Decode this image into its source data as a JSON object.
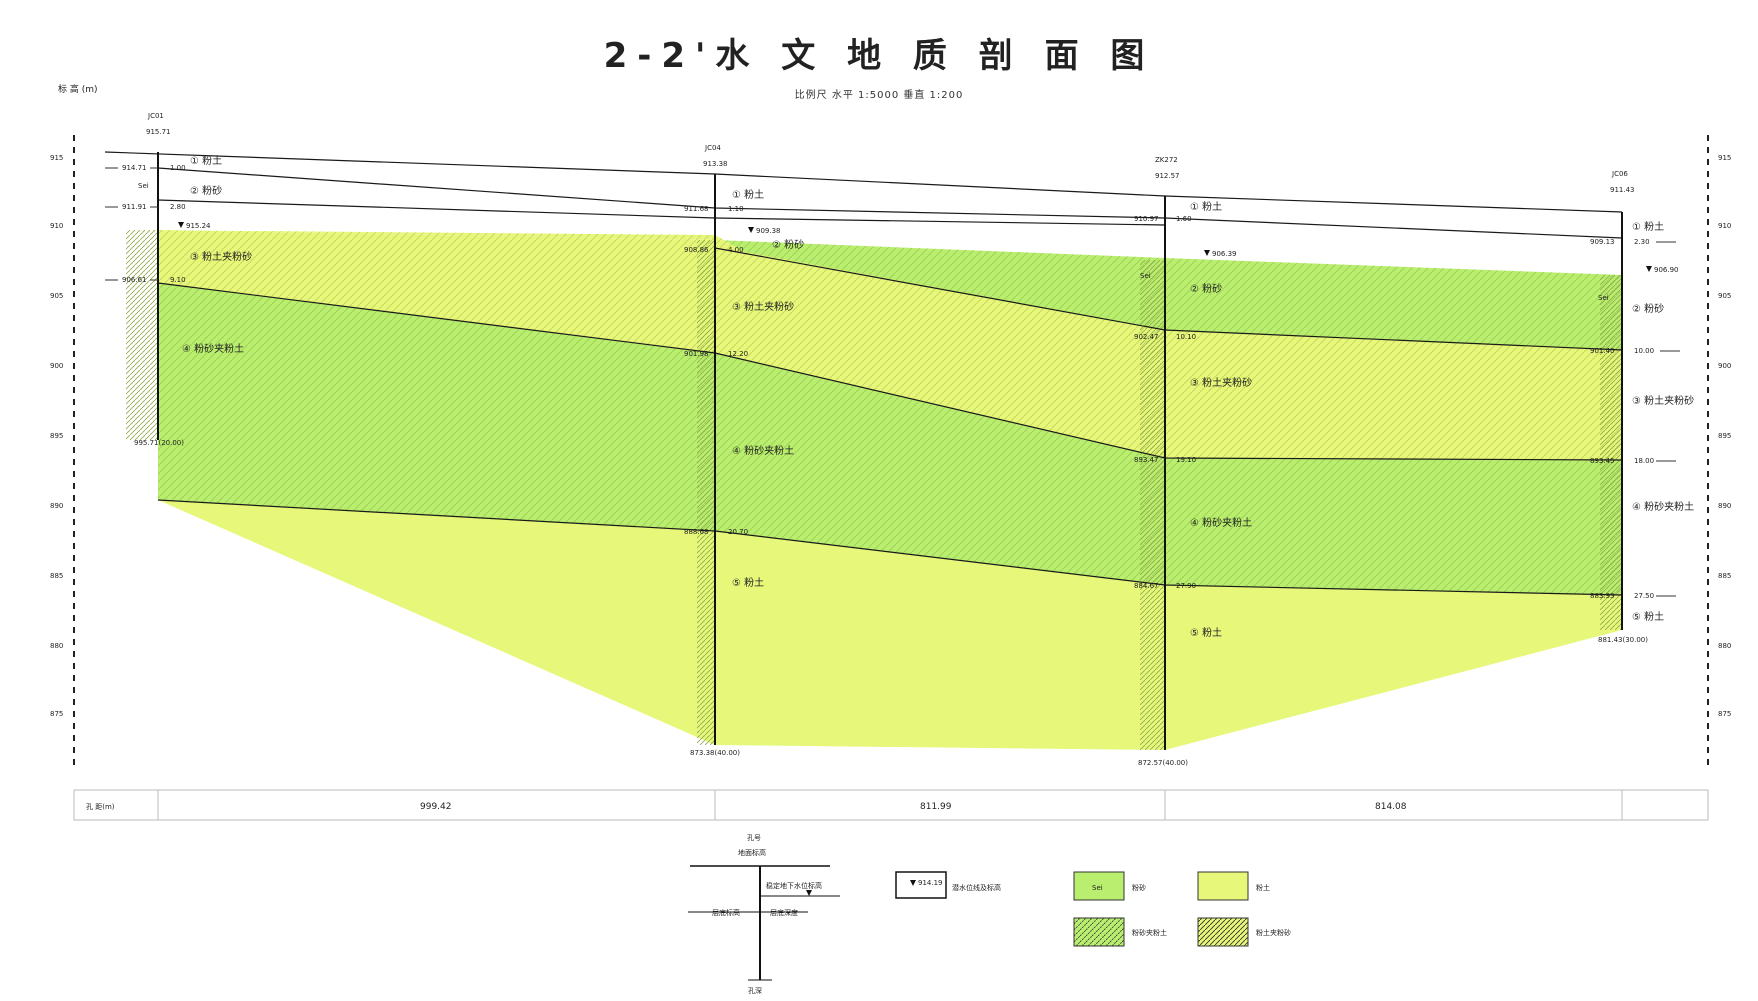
{
  "title": "2-2'水 文 地 质 剖 面 图",
  "scale_text": "比例尺  水平 1:5000   垂直 1:200",
  "axis": {
    "left_unit": "标\n高\n(m)",
    "ticks": [
      "915",
      "910",
      "905",
      "900",
      "895",
      "890",
      "885",
      "880",
      "875"
    ]
  },
  "colors": {
    "clay": "#e6f77a",
    "silt_sand": "#b9ee6e",
    "pattern": "#8ca848",
    "line": "#1a1a1a"
  },
  "boreholes": [
    {
      "id": "JC01",
      "elev": "915.71",
      "depth": "995.71(20.00)",
      "levels": [
        "914.71",
        "911.91",
        "915.24",
        "906.61"
      ],
      "depths": [
        "1.00",
        "2.80",
        "9.10"
      ]
    },
    {
      "id": "JC04",
      "elev": "913.38",
      "depth": "873.38(40.00)",
      "levels": [
        "911.68",
        "909.38",
        "908.86",
        "901.98",
        "888.68"
      ],
      "depths": [
        "1.10",
        "4.00",
        "12.20",
        "20.70"
      ]
    },
    {
      "id": "ZK272",
      "elev": "912.57",
      "depth": "872.57(40.00)",
      "levels": [
        "910.97",
        "906.39",
        "902.47",
        "893.47",
        "884.67"
      ],
      "depths": [
        "1.60",
        "10.10",
        "19.10",
        "27.90"
      ]
    },
    {
      "id": "JC06",
      "elev": "911.43",
      "depth": "881.43(30.00)",
      "levels": [
        "909.13",
        "906.90",
        "901.40",
        "893.45",
        "883.93"
      ],
      "depths": [
        "2.30",
        "10.00",
        "18.00",
        "27.50"
      ]
    }
  ],
  "layer_labels": {
    "l1": "① 粉土",
    "l2": "② 粉砂",
    "l3": "③ 粉土夹粉砂",
    "l4": "④ 粉砂夹粉土",
    "l5": "⑤ 粉土",
    "sei": "Sei"
  },
  "distances": {
    "label": "孔  距(m)",
    "values": [
      "999.42",
      "811.99",
      "814.08"
    ]
  },
  "legend": {
    "hole_no": "孔号",
    "ground_elev": "地面标高",
    "stable_water": "稳定地下水位标高",
    "layer_bottom_elev": "层底标高",
    "layer_bottom_depth": "层底深度",
    "hole_depth": "孔深",
    "water_mark_value": "914.19",
    "water_mark_desc": "潜水位线及标高",
    "sei": "Sei",
    "silt_sand": "粉砂",
    "clay": "粉土",
    "silt_sand_with_clay": "粉砂夹粉土",
    "clay_with_silt_sand": "粉土夹粉砂"
  }
}
